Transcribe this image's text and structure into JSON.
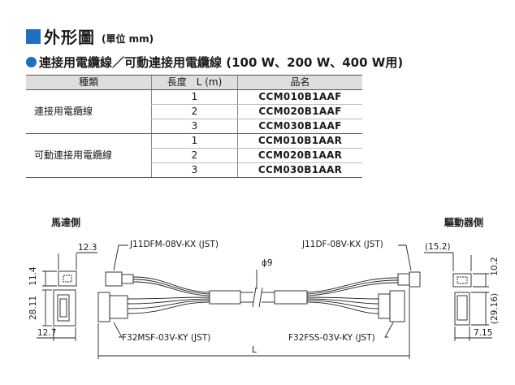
{
  "header": {
    "title": "外形圖",
    "unit": "(單位 mm)",
    "subtitle": "連接用電纜線／可動連接用電纜線 (100 W、200 W、400 W用)"
  },
  "table": {
    "columns": [
      "種類",
      "長度　L (m)",
      "品名"
    ],
    "groups": [
      {
        "type": "連接用電纜線",
        "rows": [
          {
            "length": "1",
            "part": "CCM010B1AAF"
          },
          {
            "length": "2",
            "part": "CCM020B1AAF"
          },
          {
            "length": "3",
            "part": "CCM030B1AAF"
          }
        ]
      },
      {
        "type": "可動連接用電纜線",
        "rows": [
          {
            "length": "1",
            "part": "CCM010B1AAR"
          },
          {
            "length": "2",
            "part": "CCM020B1AAR"
          },
          {
            "length": "3",
            "part": "CCM030B1AAR"
          }
        ]
      }
    ]
  },
  "drawing": {
    "motor_side": "馬達側",
    "driver_side": "驅動器側",
    "connector_top_left": "J11DFM-08V-KX (JST)",
    "connector_top_right": "J11DF-08V-KX (JST)",
    "connector_bottom_left": "F32MSF-03V-KY (JST)",
    "connector_bottom_right": "F32FSS-03V-KY (JST)",
    "diameter": "ϕ9",
    "length": "L",
    "dims": {
      "left_width_top": "12.3",
      "left_height_top": "11.4",
      "left_height_bottom": "28.11",
      "left_width_bottom": "12.7",
      "right_width_top": "(15.2)",
      "right_height_top": "10.2",
      "right_height_bottom": "(29.16)",
      "right_width_bottom": "7.15"
    }
  }
}
